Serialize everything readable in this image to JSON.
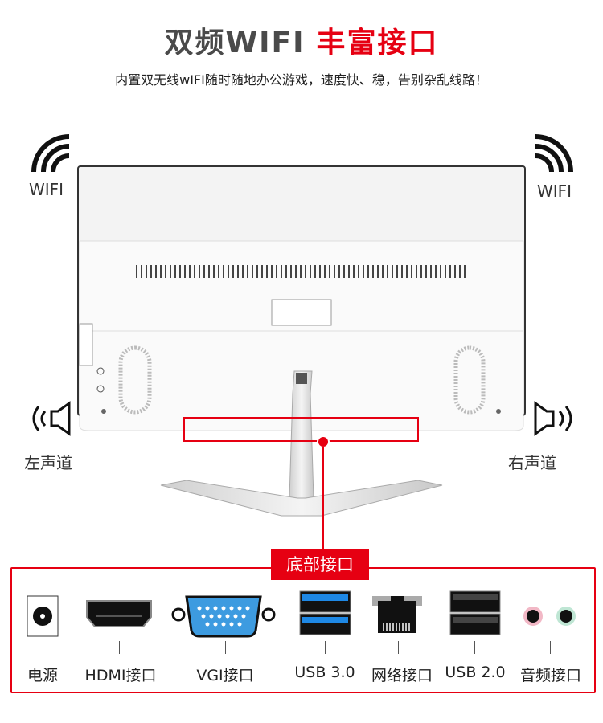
{
  "header": {
    "title_part1": "双频WIFI",
    "title_part2": "丰富接口",
    "subtitle": "内置双无线wIFI随时随地办公游戏，速度快、稳，告别杂乱线路！"
  },
  "wifi_left": "WIFI",
  "wifi_right": "WIFI",
  "channel_left": "左声道",
  "channel_right": "右声道",
  "ports_panel": {
    "title": "底部接口",
    "ports": [
      {
        "label": "电源",
        "icon": "power-jack-icon"
      },
      {
        "label": "HDMI接口",
        "icon": "hdmi-icon"
      },
      {
        "label": "VGI接口",
        "icon": "vga-icon"
      },
      {
        "label": "USB 3.0",
        "icon": "usb3-icon"
      },
      {
        "label": "网络接口",
        "icon": "ethernet-icon"
      },
      {
        "label": "USB 2.0",
        "icon": "usb2-icon"
      },
      {
        "label": "音频接口",
        "icon": "audio-jack-icon"
      }
    ]
  },
  "colors": {
    "accent": "#e60012",
    "usb3": "#1e88e5",
    "vga": "#3d9be0"
  }
}
